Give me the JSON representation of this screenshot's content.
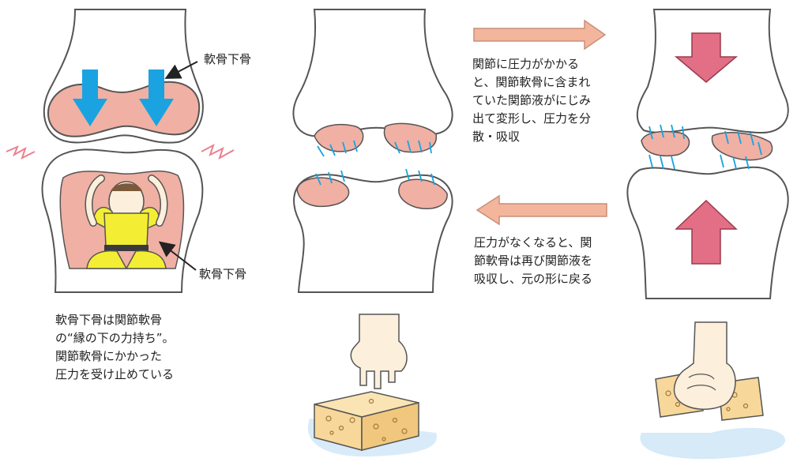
{
  "labels": {
    "subchondral_top": "軟骨下骨",
    "subchondral_bottom": "軟骨下骨",
    "left_caption": "軟骨下骨は関節軟骨\nの“縁の下の力持ち”。\n関節軟骨にかかった\n圧力を受け止めている",
    "compress_caption": "関節に圧力がかかる\nと、関節軟骨に含まれ\nていた関節液がにじみ\n出て変形し、圧力を分\n散・吸収",
    "release_caption": "圧力がなくなると、関\n節軟骨は再び関節液を\n吸収し、元の形に戻る"
  },
  "colors": {
    "bone_fill": "#ffffff",
    "outline": "#555555",
    "cartilage": "#f0b0a4",
    "arrow_blue": "#1aa3e0",
    "arrow_pink": "#e26f86",
    "arrow_orange": "#f3b69d",
    "person_yellow": "#f3ee33",
    "sponge": "#f7d89a",
    "skin": "#fcefdc",
    "water": "#cfe6f7"
  },
  "icons": [
    "sponge-icon",
    "hand-icon",
    "pain-spark-icon",
    "person-figure-icon"
  ]
}
